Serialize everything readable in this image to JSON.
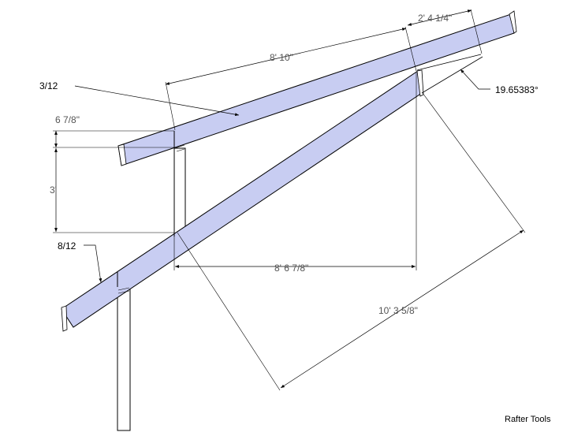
{
  "colors": {
    "rafter_fill": "#c8cdf2",
    "post_fill": "#ffffff",
    "line": "#000000",
    "dim_text": "#555555"
  },
  "labels": {
    "upper_pitch": "3/12",
    "lower_pitch": "8/12",
    "angle": "19.65383°"
  },
  "dimensions": {
    "upper_run_length": "8' 10\"",
    "tail_length": "2' 4 1/4\"",
    "upper_step": "6 7/8\"",
    "height_diff": "3'",
    "lower_run": "8' 6 7/8\"",
    "lower_diagonal": "10' 3 5/8\""
  },
  "credit": "Rafter Tools"
}
